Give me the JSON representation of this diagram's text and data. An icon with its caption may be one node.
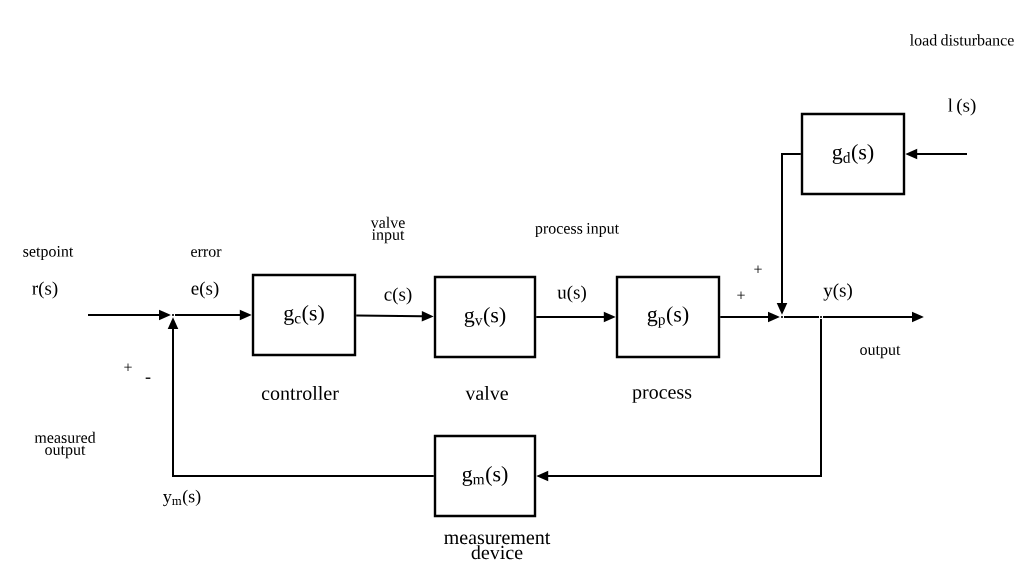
{
  "diagram": {
    "nodes": [
      {
        "text": [
          "g$_{c}$(s)"
        ],
        "beside": [
          "controller"
        ]
      },
      {
        "text": [
          "g$_{v}$(s)"
        ],
        "beside": [
          "valve"
        ]
      },
      {
        "text": [
          "g$_{p}$(s)"
        ],
        "beside": [
          "process"
        ]
      },
      {
        "text": [
          "g$_{d}$(s)"
        ]
      },
      {
        "text": [
          "g$_{m}$(s)"
        ],
        "beside": [
          "measurement device"
        ]
      },
      {
        "text": [],
        "shape": "point"
      },
      {
        "text": [],
        "shape": "point"
      },
      {
        "text": [],
        "shape": "point"
      }
    ],
    "edges": [
      {
        "from": null,
        "to": 5,
        "arrow": "to"
      },
      {
        "from": 5,
        "to": 0,
        "arrow": "to",
        "label": "e(s)"
      },
      {
        "from": 0,
        "to": 1,
        "arrow": "to",
        "label": "c(s)"
      },
      {
        "from": 1,
        "to": 2,
        "arrow": "to",
        "label": "u(s)"
      },
      {
        "from": 2,
        "to": 6,
        "arrow": "to"
      },
      {
        "from": 3,
        "to": 6,
        "arrow": "to"
      },
      {
        "from": null,
        "to": 3,
        "arrow": "to"
      },
      {
        "from": 6,
        "to": 7,
        "arrow": "none"
      },
      {
        "from": 7,
        "to": null,
        "arrow": "to"
      },
      {
        "from": 7,
        "to": 4,
        "arrow": "to"
      },
      {
        "from": 4,
        "to": 5,
        "arrow": "to"
      }
    ],
    "labels": [
      "setpoint",
      "r(s)",
      "error",
      "+",
      "-",
      "valve input",
      "process input",
      "+",
      "+",
      "load disturbance",
      "l (s)",
      "y(s)",
      "output",
      "measured output",
      "y$_{m}$(s)"
    ]
  }
}
